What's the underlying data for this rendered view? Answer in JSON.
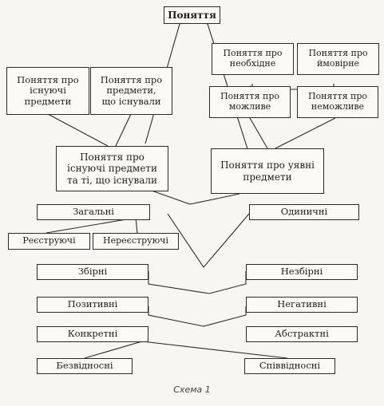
{
  "diagram": {
    "root": "Поняття",
    "existing": {
      "existing_objects": "Поняття про\nіснуючі\nпредмети",
      "past_objects": "Поняття про\nпредмети,\nщо існували",
      "combined": "Поняття про\nіснуючі предмети\nта ті, що існували"
    },
    "modal": {
      "necessary": "Поняття про\nнеобхідне",
      "probable": "Поняття про\nймовірне",
      "possible": "Поняття про\nможливе",
      "impossible": "Поняття про\nнеможливе",
      "imaginary": "Поняття про уявні\nпредмети"
    },
    "pairs": {
      "general": "Загальні",
      "singular": "Одиничні",
      "registering": "Реєструючі",
      "non_registering": "Нереєструючі",
      "collective": "Збірні",
      "non_collective": "Незбірні",
      "positive": "Позитивні",
      "negative": "Негативні",
      "concrete": "Конкретні",
      "abstract": "Абстрактні",
      "non_relative": "Безвідносні",
      "correlative": "Співвідносні"
    }
  },
  "caption": "Схема 1"
}
